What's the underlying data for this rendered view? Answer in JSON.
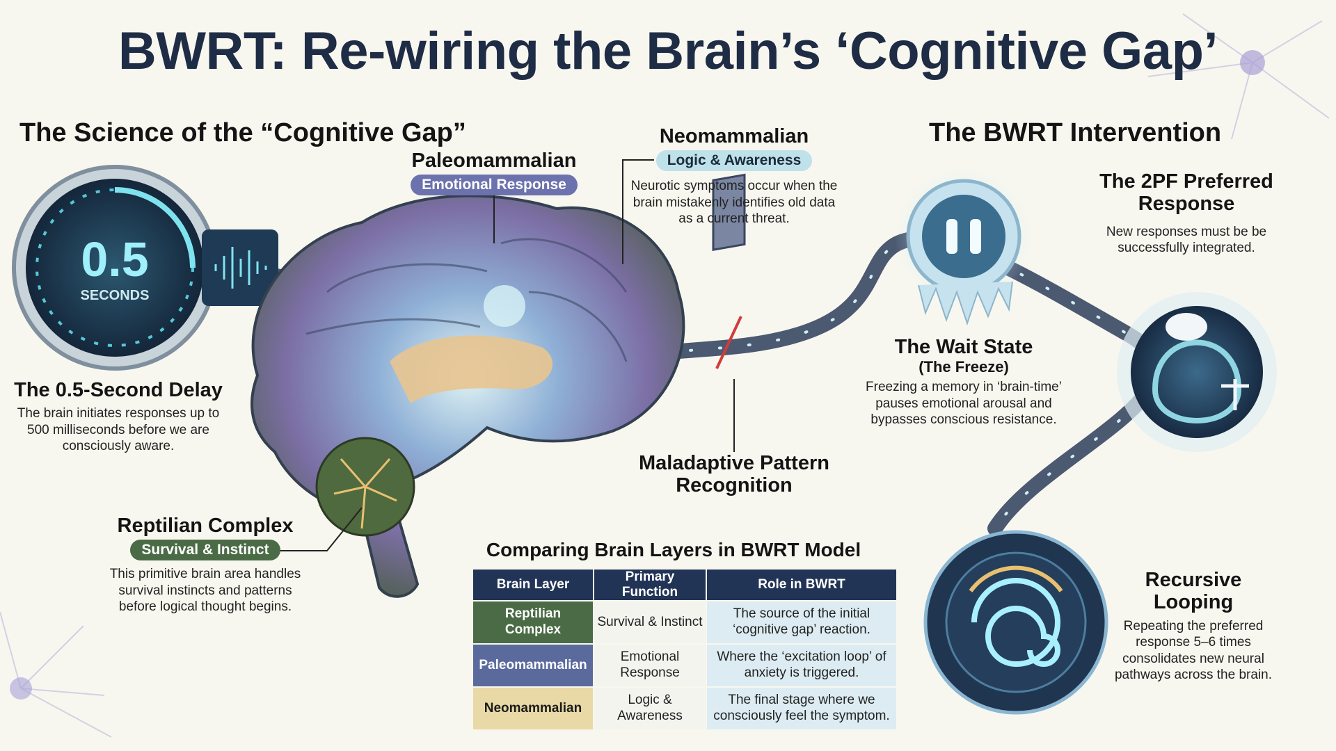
{
  "title": "BWRT: Re-wiring the Brain’s ‘Cognitive Gap’",
  "science": {
    "heading": "The Science of the “Cognitive Gap”",
    "timer": {
      "value": "0.5",
      "unit": "SECONDS"
    },
    "delay": {
      "heading": "The 0.5-Second Delay",
      "text": "The brain initiates responses up to 500 milliseconds before we are consciously aware."
    },
    "reptilian": {
      "heading": "Reptilian Complex",
      "tag": "Survival & Instinct",
      "text": "This primitive brain area handles survival instincts and patterns before logical thought begins."
    },
    "paleo": {
      "heading": "Paleomammalian",
      "tag": "Emotional Response"
    },
    "neo": {
      "heading": "Neomammalian",
      "tag": "Logic & Awareness",
      "text": "Neurotic symptoms occur when the brain mistakenly identifies old data as a current threat."
    },
    "maladaptive": {
      "heading": "Maladaptive Pattern Recognition"
    }
  },
  "intervention": {
    "heading": "The BWRT Intervention",
    "wait": {
      "heading": "The Wait State",
      "subheading": "(The Freeze)",
      "text": "Freezing a memory in ‘brain-time’ pauses emotional arousal and bypasses conscious resistance."
    },
    "preferred": {
      "heading": "The 2PF Preferred Response",
      "text": "New responses must be be successfully integrated."
    },
    "looping": {
      "heading": "Recursive Looping",
      "text": "Repeating the preferred response 5–6 times consolidates new neural pathways across the brain."
    }
  },
  "table": {
    "title": "Comparing Brain Layers in BWRT Model",
    "headers": [
      "Brain Layer",
      "Primary Function",
      "Role in BWRT"
    ],
    "rows": [
      {
        "layer": "Reptilian Complex",
        "function": "Survival & Instinct",
        "role": "The source of the initial ‘cognitive gap’ reaction."
      },
      {
        "layer": "Paleomammalian",
        "function": "Emotional Response",
        "role": "Where the ‘excitation loop’ of anxiety is triggered."
      },
      {
        "layer": "Neomammalian",
        "function": "Logic & Awareness",
        "role": "The final stage where we consciously feel the symptom."
      }
    ]
  },
  "colors": {
    "title": "#1f2c45",
    "header_row": "#223456",
    "reptilian": "#4a6b45",
    "paleomammalian": "#5a6a9c",
    "neomammalian": "#e8d9a6",
    "neo_tag": "#bfe1ea",
    "paleo_tag": "#6c72ad",
    "row_fill": "#dcecf2"
  },
  "icons": [
    "stopwatch-icon",
    "pause-brain-icon",
    "cycle-icon",
    "spiral-icon"
  ]
}
